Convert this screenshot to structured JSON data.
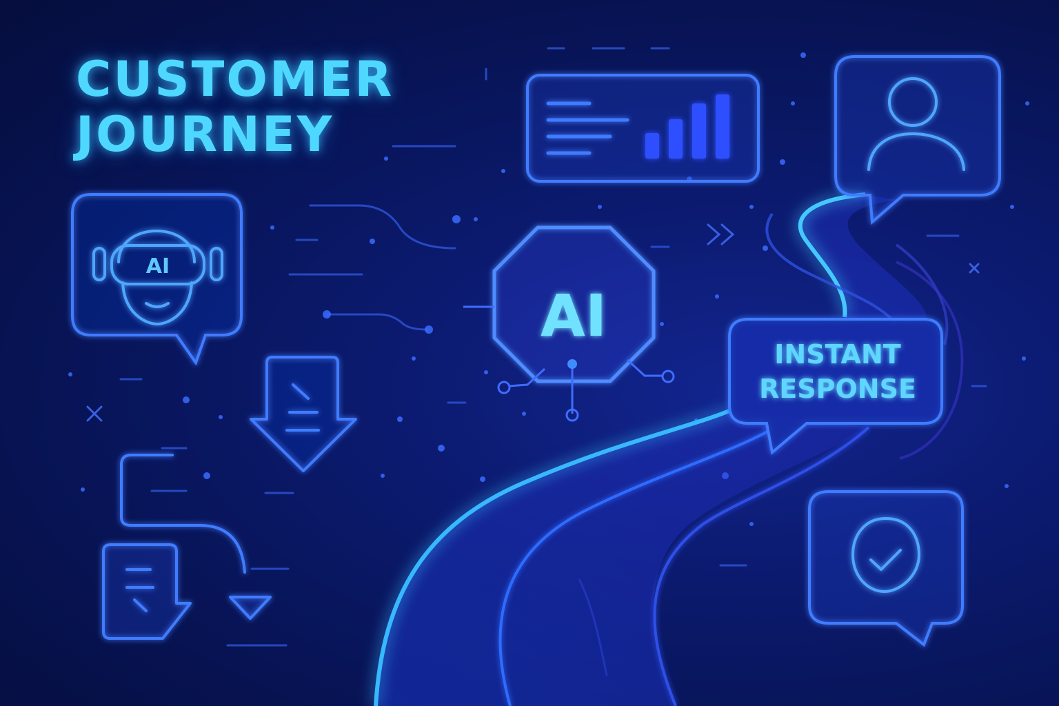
{
  "title": {
    "line1": "CUSTOMER",
    "line2": "JOURNEY"
  },
  "robot": {
    "visor_label": "AI"
  },
  "hub": {
    "label": "AI"
  },
  "callout": {
    "line1": "INSTANT",
    "line2": "RESPONSE"
  },
  "colors": {
    "background": "#071352",
    "neon_cyan": "#4fd8ff",
    "neon_blue": "#3b6cff",
    "violet": "#6a4dff"
  },
  "icons": [
    "robot-ai-icon",
    "dashboard-bar-chart-icon",
    "user-profile-icon",
    "checkmark-icon",
    "download-document-icon",
    "document-icon"
  ]
}
